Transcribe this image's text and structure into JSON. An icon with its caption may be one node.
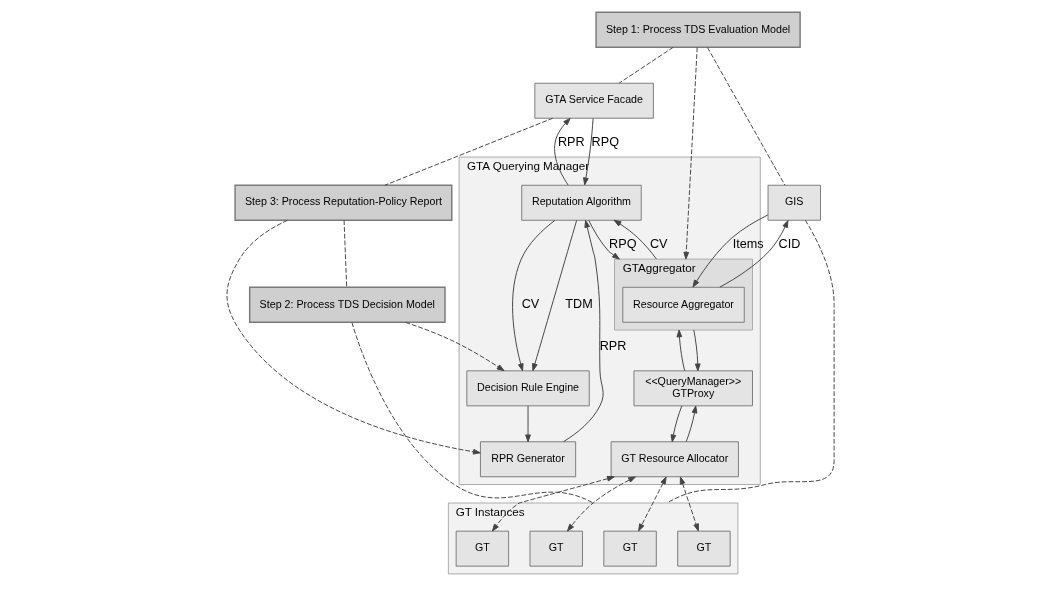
{
  "diagram": {
    "nodes": [
      {
        "text": [
          "Step 1: Process TDS Evaluation Model"
        ]
      },
      {
        "text": [
          "GIS"
        ]
      },
      {
        "text": [
          "GTA Service Facade"
        ]
      },
      {
        "text": [
          "GTA Querying Manager"
        ]
      },
      {
        "text": [
          "Reputation Algorithm"
        ],
        "in": 3
      },
      {
        "text": [
          "GTAggregator"
        ],
        "in": 3
      },
      {
        "text": [
          "Resource Aggregator"
        ],
        "in": 5
      },
      {
        "text": [
          "Decision Rule Engine"
        ],
        "in": 3
      },
      {
        "text": [
          "<<QueryManager>>",
          "GTProxy"
        ],
        "in": 3
      },
      {
        "text": [
          "GT Resource Allocator"
        ],
        "in": 3
      },
      {
        "text": [
          "RPR Generator"
        ],
        "in": 3
      },
      {
        "text": [
          "GT Instances"
        ]
      },
      {
        "text": [
          "GT"
        ],
        "in": 11
      },
      {
        "text": [
          "GT"
        ],
        "in": 11
      },
      {
        "text": [
          "GT"
        ],
        "in": 11
      },
      {
        "text": [
          "GT"
        ],
        "in": 11
      },
      {
        "text": [
          "Step 3: Process Reputation-Policy Report"
        ]
      },
      {
        "text": [
          "Step 2: Process TDS Decision Model"
        ]
      }
    ],
    "edges": [
      {
        "from": 0,
        "to": 2,
        "arrow": "none",
        "style": "dashed"
      },
      {
        "from": 0,
        "to": 1,
        "arrow": "none",
        "style": "dashed"
      },
      {
        "from": 1,
        "to": 11,
        "arrow": "none",
        "style": "dashed"
      },
      {
        "from": 0,
        "to": 5,
        "arrow": "to",
        "style": "dashed"
      },
      {
        "from": 6,
        "to": 1,
        "arrow": "to",
        "label": "CID"
      },
      {
        "from": 1,
        "to": 6,
        "arrow": "to",
        "label": "Items"
      },
      {
        "from": 2,
        "to": 4,
        "arrow": "to",
        "label": "RPQ"
      },
      {
        "from": 4,
        "to": 5,
        "arrow": "to",
        "label": "RPQ"
      },
      {
        "from": 5,
        "to": 4,
        "arrow": "to",
        "label": "CV"
      },
      {
        "from": 4,
        "to": 7,
        "arrow": "to",
        "label": "TDM"
      },
      {
        "from": 4,
        "to": 7,
        "arrow": "to",
        "label": "CV"
      },
      {
        "from": 7,
        "to": 10,
        "arrow": "to"
      },
      {
        "from": 10,
        "to": 4,
        "arrow": "to",
        "label": "RPR"
      },
      {
        "from": 4,
        "to": 2,
        "arrow": "to",
        "label": "RPR"
      },
      {
        "from": 8,
        "to": 5,
        "arrow": "to"
      },
      {
        "from": 5,
        "to": 8,
        "arrow": "to"
      },
      {
        "from": 8,
        "to": 9,
        "arrow": "to"
      },
      {
        "from": 9,
        "to": 8,
        "arrow": "to"
      },
      {
        "from": 9,
        "to": 12,
        "arrow": "both",
        "style": "dashed"
      },
      {
        "from": 9,
        "to": 13,
        "arrow": "both",
        "style": "dashed"
      },
      {
        "from": 9,
        "to": 14,
        "arrow": "both",
        "style": "dashed"
      },
      {
        "from": 9,
        "to": 15,
        "arrow": "both",
        "style": "dashed"
      },
      {
        "from": 16,
        "to": 10,
        "arrow": "to",
        "style": "dashed"
      },
      {
        "from": 17,
        "to": 7,
        "arrow": "to",
        "style": "dashed"
      },
      {
        "from": 2,
        "to": 16,
        "arrow": "none",
        "style": "dashed"
      },
      {
        "from": 16,
        "to": 17,
        "arrow": "none",
        "style": "dashed"
      },
      {
        "from": 17,
        "to": 11,
        "arrow": "none",
        "style": "dashed"
      }
    ]
  }
}
